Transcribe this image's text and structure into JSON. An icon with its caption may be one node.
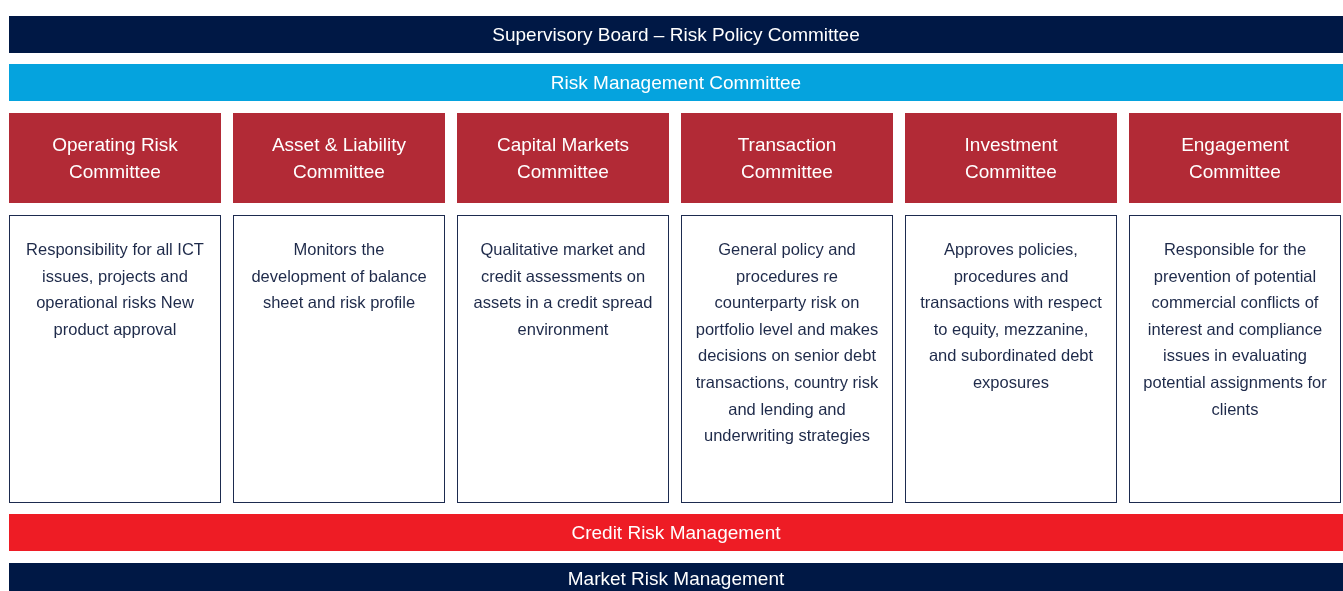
{
  "diagram": {
    "nodes": [
      {
        "text": [
          "Supervisory Board – Risk Policy Committee"
        ]
      },
      {
        "text": [
          "Risk Management Committee"
        ]
      },
      {
        "text": [
          "Operating Risk Committee"
        ]
      },
      {
        "text": [
          "Asset & Liability Committee"
        ]
      },
      {
        "text": [
          "Capital Markets Committee"
        ]
      },
      {
        "text": [
          "Transaction Committee"
        ]
      },
      {
        "text": [
          "Investment Committee"
        ]
      },
      {
        "text": [
          "Engagement Committee"
        ]
      },
      {
        "text": [
          "Responsibility for all ICT issues, projects and operational risks New product approval"
        ]
      },
      {
        "text": [
          "Monitors the development of balance sheet and risk profile"
        ]
      },
      {
        "text": [
          "Qualitative market and credit assessments on assets in a credit spread environment"
        ]
      },
      {
        "text": [
          "General policy and procedures re counterparty risk on portfolio level and makes decisions on senior debt transactions, country risk and lending and underwriting strategies"
        ]
      },
      {
        "text": [
          "Approves policies, procedures and transactions with respect to equity, mezzanine, and subordinated debt exposures"
        ]
      },
      {
        "text": [
          "Responsible for the prevention of potential commercial conflicts of interest and compliance issues in evaluating potential assignments for clients"
        ]
      },
      {
        "text": [
          "Credit Risk Management"
        ]
      },
      {
        "text": [
          "Market Risk Management"
        ]
      }
    ]
  }
}
